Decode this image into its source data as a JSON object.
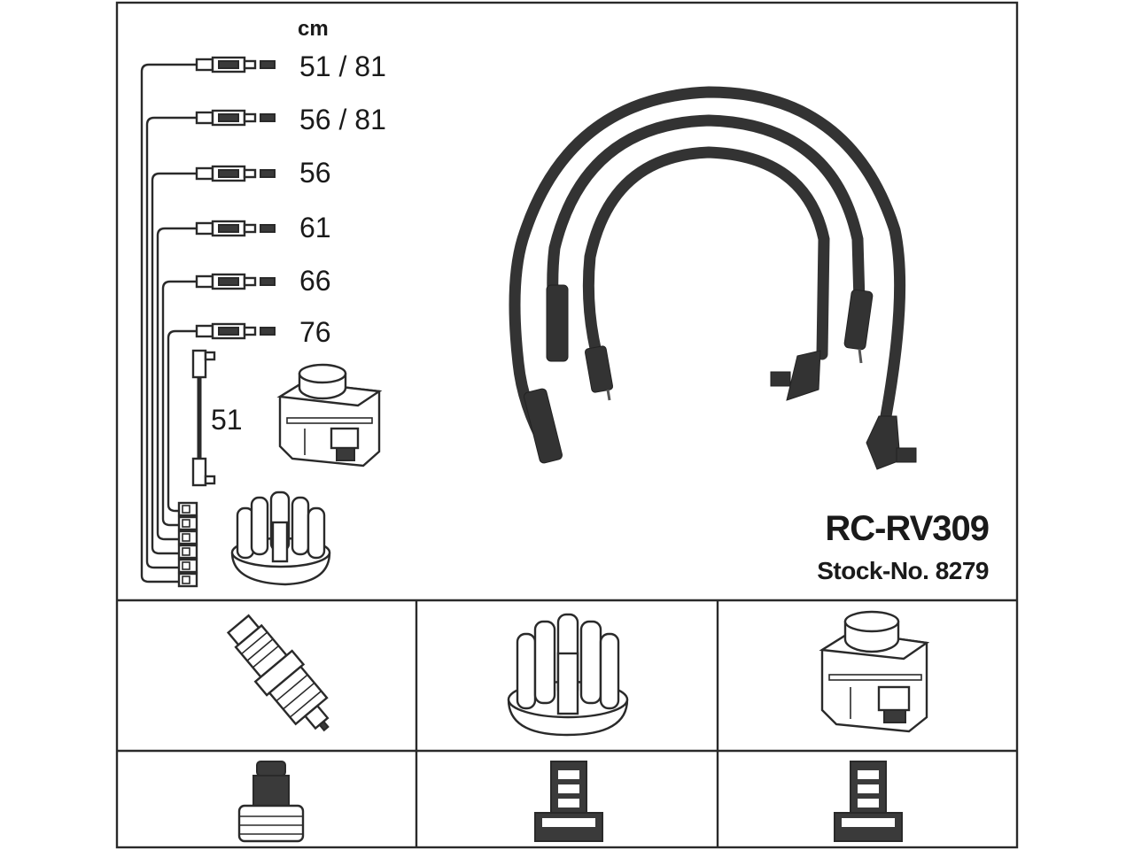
{
  "header": {
    "unit": "cm",
    "model": "RC-RV309",
    "stock": "Stock-No. 8279"
  },
  "leads": [
    {
      "length": "51 / 81"
    },
    {
      "length": "56 / 81"
    },
    {
      "length": "56"
    },
    {
      "length": "61"
    },
    {
      "length": "66"
    },
    {
      "length": "76"
    }
  ],
  "coil_lead": {
    "length": "51"
  },
  "panels": {
    "top_row": [
      "spark-plug",
      "distributor-cap",
      "ignition-coil"
    ],
    "bottom_row": [
      "plug-connector",
      "cap-connector",
      "coil-connector"
    ]
  }
}
